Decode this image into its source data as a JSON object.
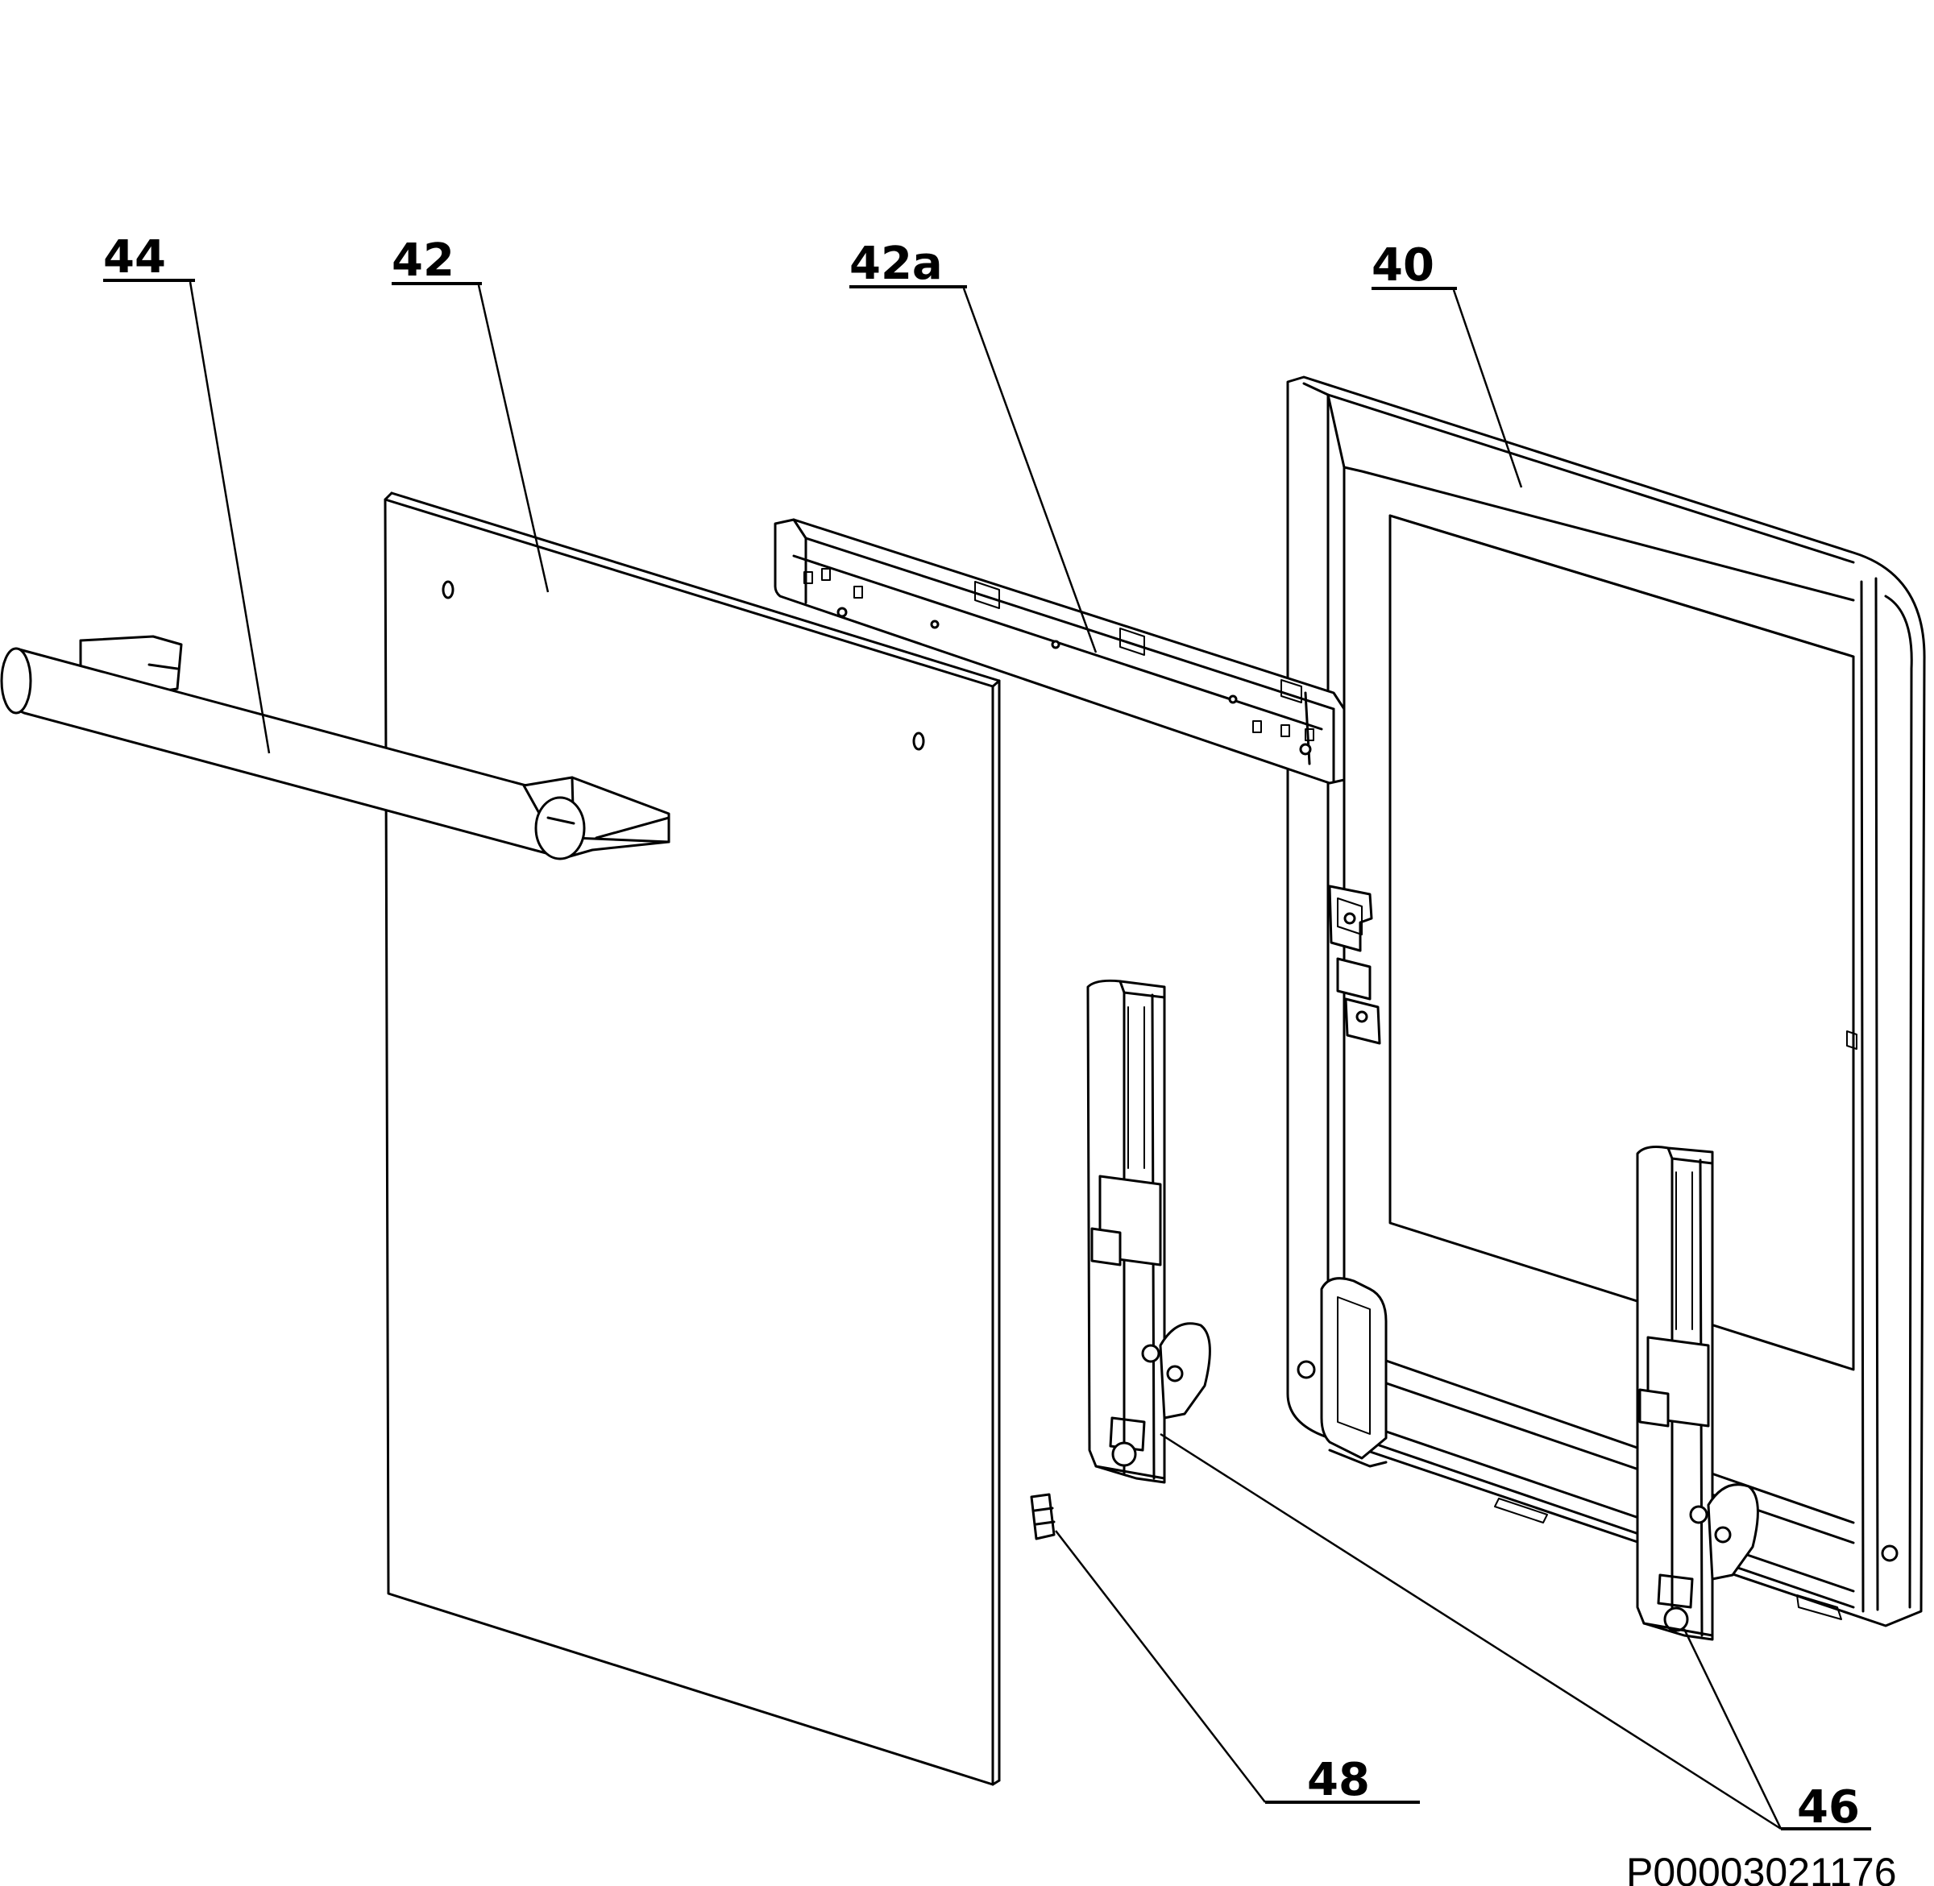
{
  "diagram": {
    "parts": [
      {
        "id": "p44",
        "label": "44"
      },
      {
        "id": "p42",
        "label": "42"
      },
      {
        "id": "p42a",
        "label": "42a"
      },
      {
        "id": "p40",
        "label": "40"
      },
      {
        "id": "p48",
        "label": "48"
      },
      {
        "id": "p46",
        "label": "46"
      }
    ],
    "reference_code": "P00003021176"
  }
}
